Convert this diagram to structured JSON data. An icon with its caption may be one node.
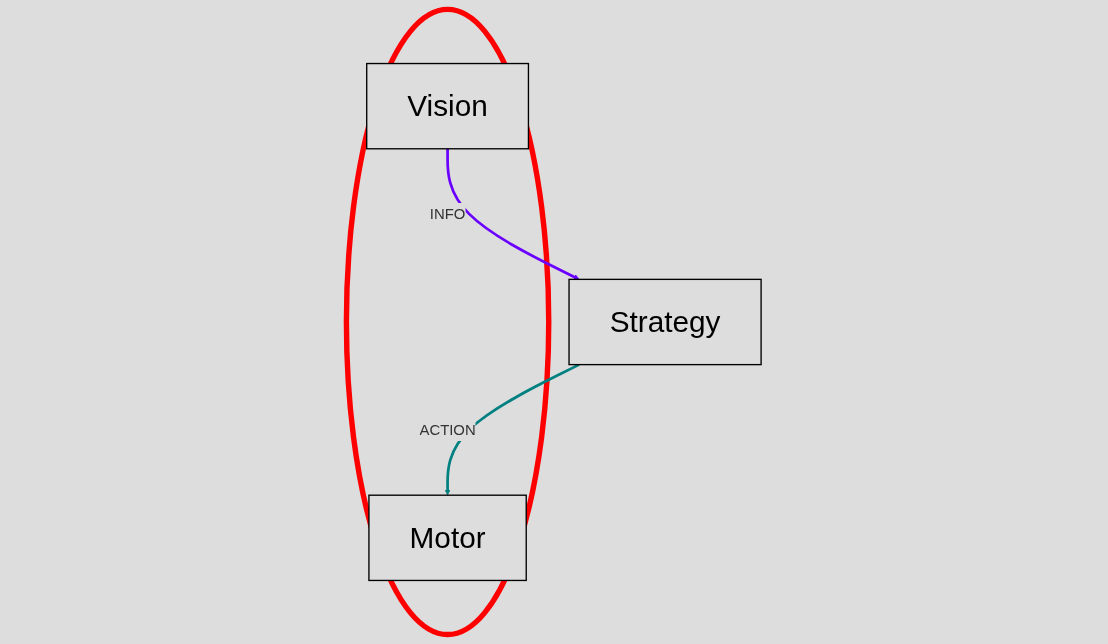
{
  "diagram": {
    "nodes": [
      {
        "text": [],
        "shape": "ellipse"
      },
      {
        "text": [
          "Vision"
        ],
        "in": 0
      },
      {
        "text": [
          "Motor"
        ],
        "in": 0
      },
      {
        "text": [
          "Strategy"
        ]
      }
    ],
    "edges": [
      {
        "from": 1,
        "to": 3,
        "arrow": "to",
        "label": "INFO",
        "color": "#6a00ff"
      },
      {
        "from": 3,
        "to": 2,
        "arrow": "to",
        "label": "ACTION",
        "color": "#008080"
      }
    ]
  }
}
